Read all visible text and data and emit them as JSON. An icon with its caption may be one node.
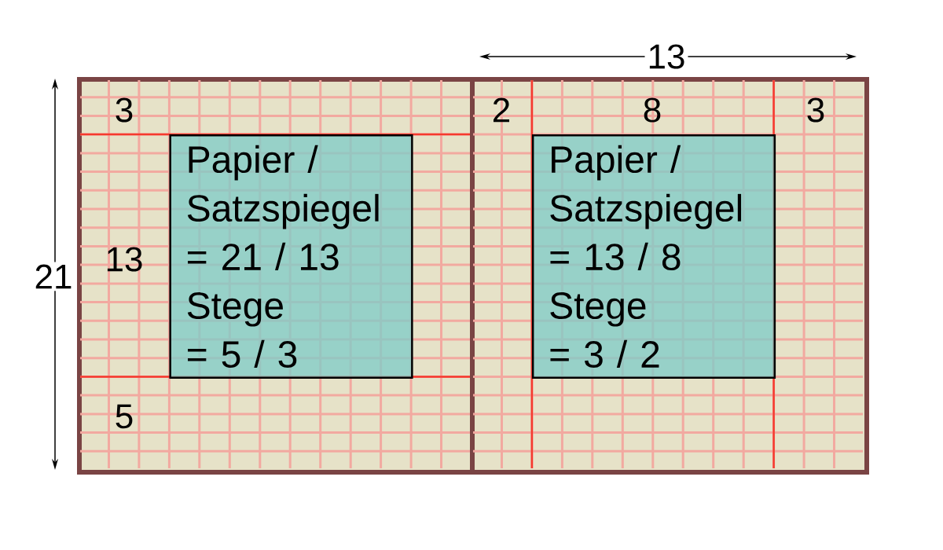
{
  "diagram": {
    "nodes": [
      {
        "text": [],
        "shape": "box"
      },
      {
        "text": [
          "Papier / Satzspiegel",
          "= 21 / 13",
          "Stege",
          "= 5 / 3"
        ],
        "in": 0
      },
      {
        "text": [],
        "shape": "box"
      },
      {
        "text": [
          "Papier / Satzspiegel",
          "= 13 / 8",
          "Stege",
          "= 3 / 2"
        ],
        "in": 2
      }
    ],
    "labels": [
      "13",
      "21",
      "3",
      "13",
      "5",
      "2",
      "8",
      "3"
    ]
  }
}
